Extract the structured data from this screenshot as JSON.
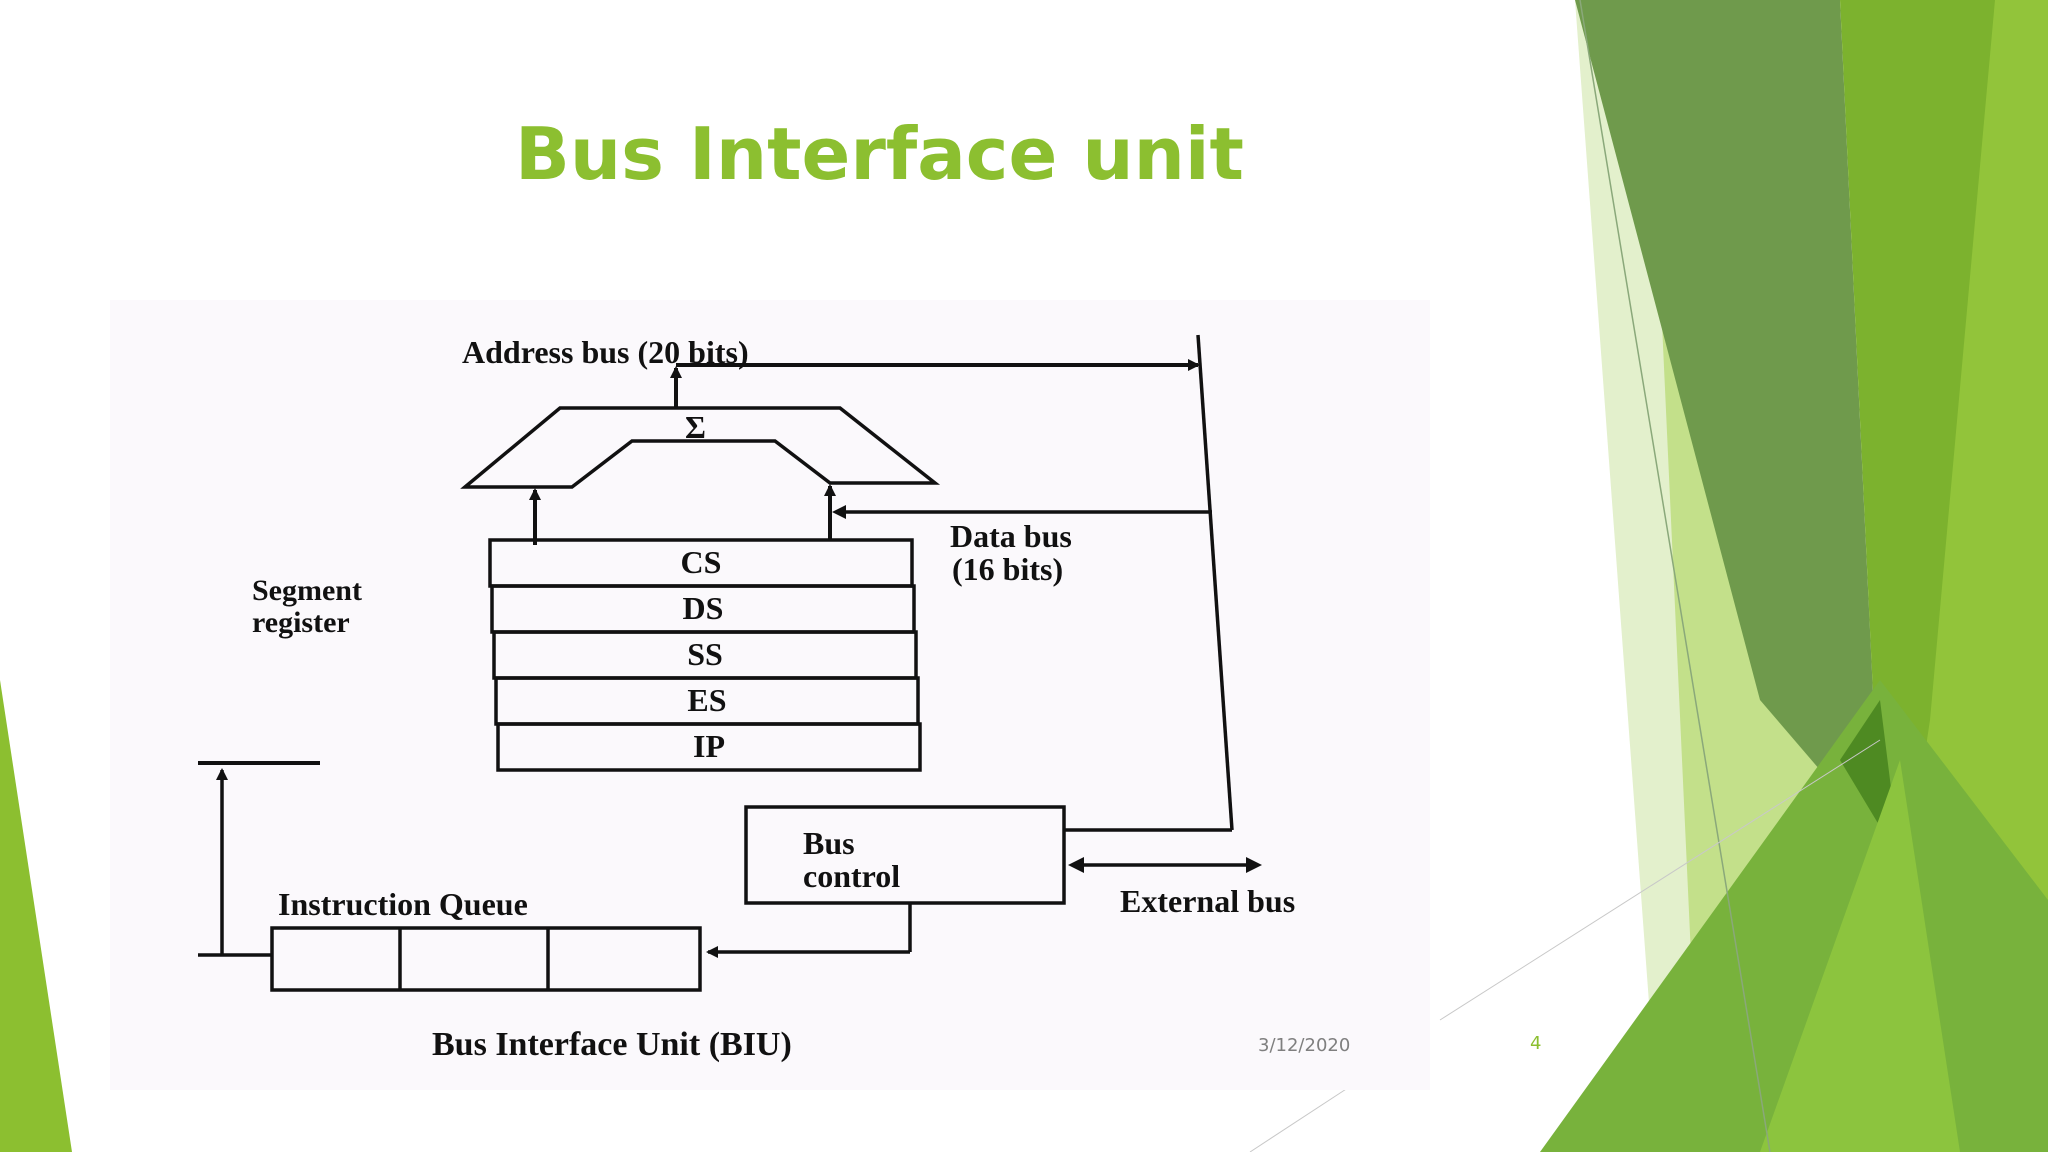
{
  "slide": {
    "title": "Bus Interface unit",
    "date": "3/12/2020",
    "page_number": "4"
  },
  "diagram": {
    "address_bus_label": "Address bus (20 bits)",
    "sigma_label": "Σ",
    "data_bus_line1": "Data bus",
    "data_bus_line2": "(16 bits)",
    "segment_register_line1": "Segment",
    "segment_register_line2": "register",
    "registers": [
      "CS",
      "DS",
      "SS",
      "ES",
      "IP"
    ],
    "bus_control_line1": "Bus",
    "bus_control_line2": "control",
    "external_bus_label": "External bus",
    "instruction_queue_label": "Instruction Queue",
    "caption": "Bus Interface Unit (BIU)"
  },
  "theme": {
    "title_color": "#8cbf30",
    "green_dark": "#5a8f2e",
    "green_mid": "#7ab03a",
    "green_light": "#a9d05a",
    "green_pale": "#d6eab0"
  }
}
